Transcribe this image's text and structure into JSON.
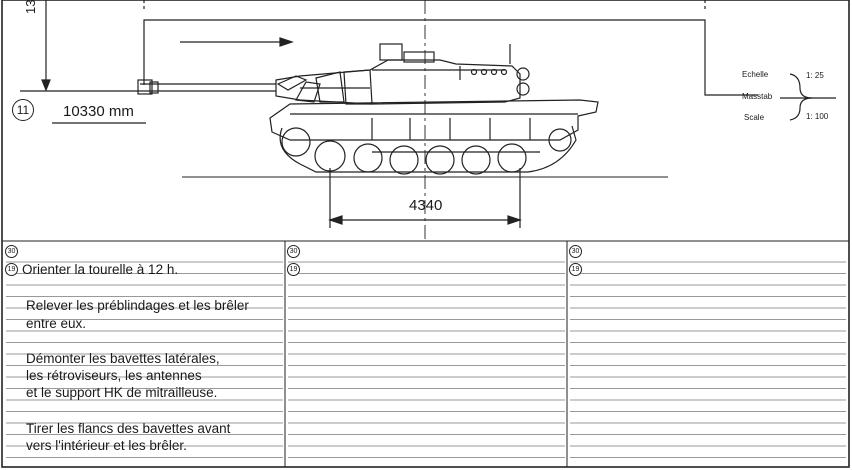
{
  "drawing": {
    "height_label": "13",
    "step_number": "11",
    "length_label": "10330 mm",
    "track_label": "4340",
    "scale": {
      "labels": [
        "Echelle",
        "Masstab",
        "Scale"
      ],
      "values": [
        "1: 25",
        "1: 100"
      ]
    }
  },
  "table": {
    "row_markers": [
      "30",
      "19"
    ],
    "columns": [
      {
        "lines": [
          "Orienter la tourelle à 12 h.",
          "",
          "Relever les préblindages et les brêler",
          "entre eux.",
          "",
          "Démonter les bavettes latérales,",
          "les rétroviseurs, les antennes",
          "et le support HK de mitrailleuse.",
          "",
          "Tirer les flancs des bavettes avant",
          "vers l'intérieur et les brêler."
        ]
      },
      {
        "lines": []
      },
      {
        "lines": []
      }
    ]
  }
}
